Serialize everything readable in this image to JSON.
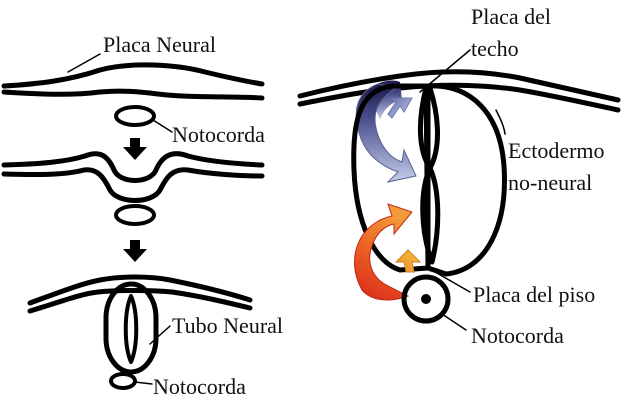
{
  "labels": {
    "placa_neural": "Placa Neural",
    "notocorda_1": "Notocorda",
    "tubo_neural": "Tubo Neural",
    "notocorda_2": "Notocorda",
    "placa_techo_1": "Placa del",
    "placa_techo_2": "techo",
    "ectodermo_1": "Ectodermo",
    "ectodermo_2": "no-neural",
    "placa_piso": "Placa del piso",
    "notocorda_3": "Notocorda"
  },
  "colors": {
    "outline": "#000000",
    "roof_signal_dark": "#1e1a4a",
    "roof_signal_light": "#b8c4e6",
    "floor_signal_red": "#d82a1a",
    "floor_signal_orange": "#f08a2a",
    "floor_signal_yellow": "#f6c33a"
  }
}
